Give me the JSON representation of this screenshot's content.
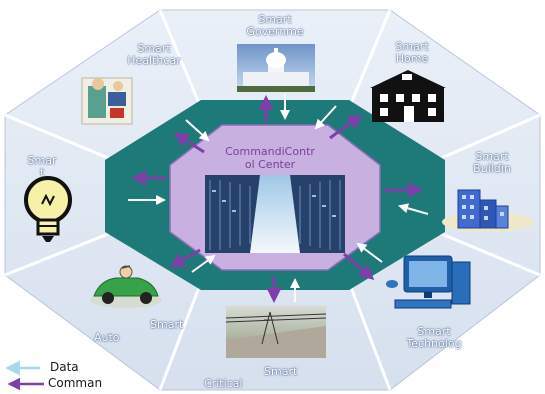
{
  "center": {
    "line1": "CommandiContr",
    "line2": "ol Center"
  },
  "sectors": {
    "government": {
      "line1": "Smart",
      "line2": "Governme"
    },
    "home": {
      "line1": "Smart",
      "line2": "Home"
    },
    "building": {
      "line1": "Smart",
      "line2": "Buildin"
    },
    "technology": {
      "line1": "Smart",
      "line2": "Technolog"
    },
    "critical": {
      "line1": "Smart",
      "line2": "Critical"
    },
    "auto": {
      "line1": "Smart",
      "line2": "Auto"
    },
    "light": {
      "line1": "Smar",
      "line2": "t"
    },
    "healthcare": {
      "line1": "Smart",
      "line2": "Healthcar"
    }
  },
  "legend": {
    "data": "Data",
    "command": "Comman"
  },
  "colors": {
    "outer_fill": "#dde6f3",
    "outer_line": "#ffffff",
    "ring": "#1e7a78",
    "center": "#c8b0e0",
    "data_arrow": "#ffffff",
    "command_arrow": "#7e3fa8",
    "legend_data": "#a8d8f0"
  }
}
